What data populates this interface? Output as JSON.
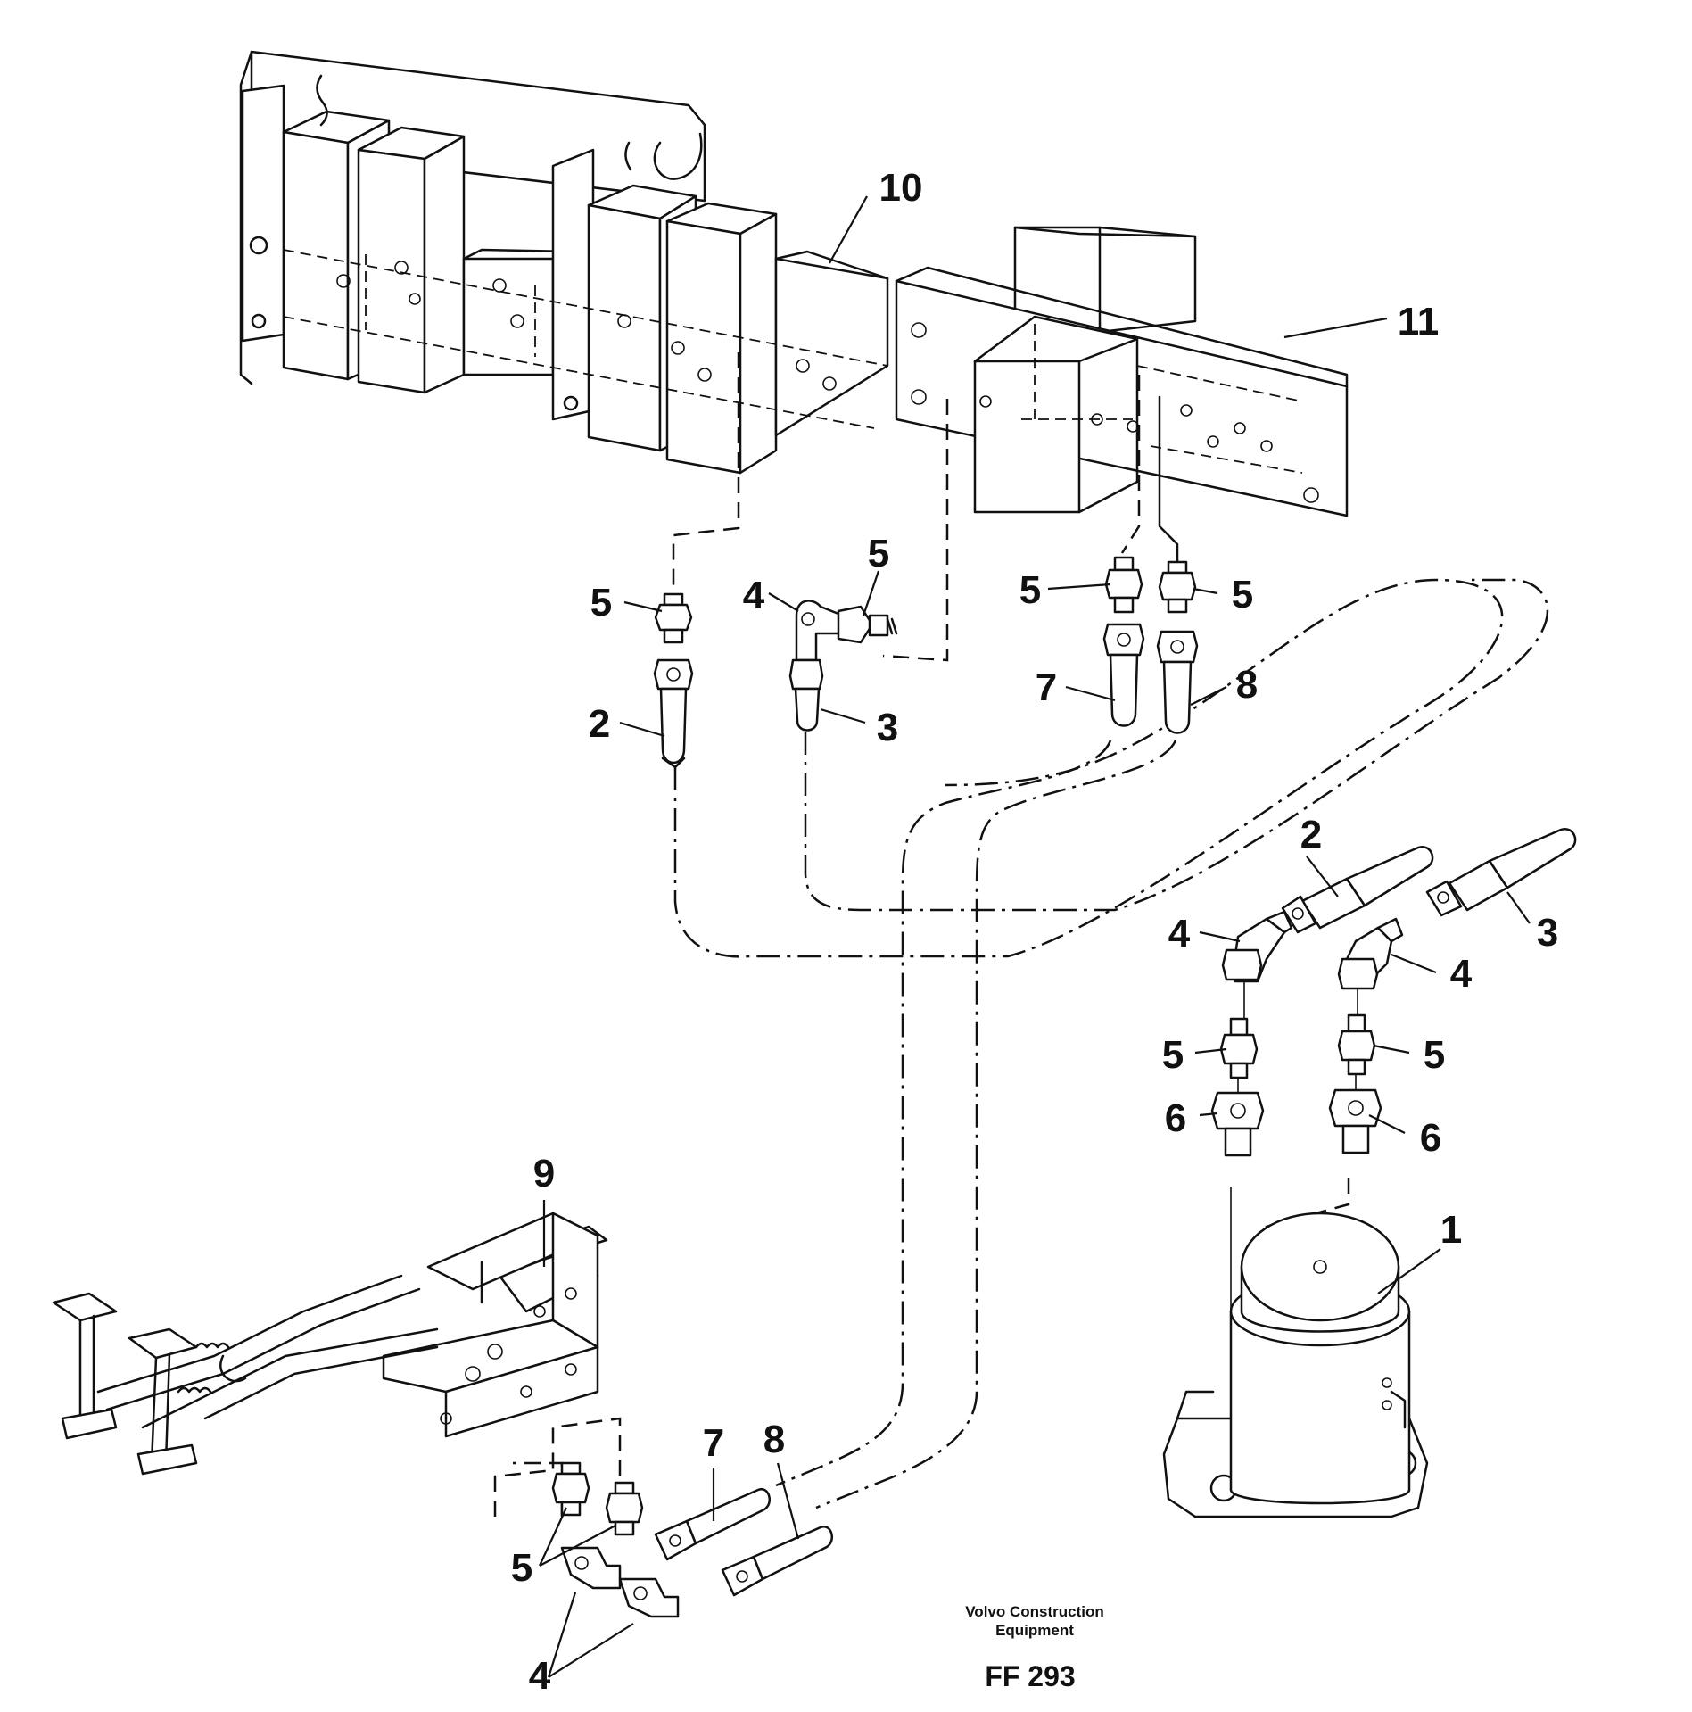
{
  "diagram": {
    "callouts": {
      "top_10": "10",
      "top_11": "11",
      "upper_5a": "5",
      "upper_2": "2",
      "upper_4": "4",
      "upper_5b": "5",
      "upper_3": "3",
      "upper_5c": "5",
      "upper_5d": "5",
      "upper_7": "7",
      "upper_8": "8",
      "right_2": "2",
      "right_3": "3",
      "right_4a": "4",
      "right_4b": "4",
      "right_5a": "5",
      "right_5b": "5",
      "right_6a": "6",
      "right_6b": "6",
      "right_1": "1",
      "pedal_9": "9",
      "lower_7": "7",
      "lower_8": "8",
      "lower_5": "5",
      "lower_4": "4"
    },
    "credit_line1": "Volvo Construction",
    "credit_line2": "Equipment",
    "drawing_code": "FF 293"
  }
}
